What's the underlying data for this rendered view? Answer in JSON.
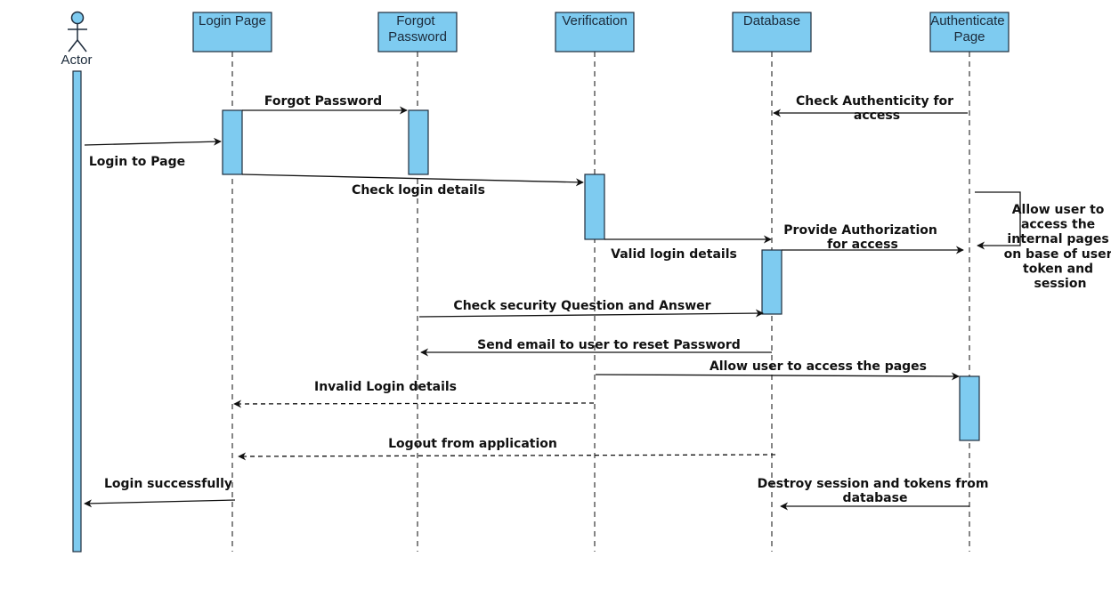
{
  "actor": {
    "label": "Actor",
    "icon": "stick-figure-icon"
  },
  "lifelines": [
    {
      "id": "login",
      "label_lines": [
        "Login Page"
      ]
    },
    {
      "id": "forgot",
      "label_lines": [
        "Forgot",
        "Password"
      ]
    },
    {
      "id": "verification",
      "label_lines": [
        "Verification"
      ]
    },
    {
      "id": "database",
      "label_lines": [
        "Database"
      ]
    },
    {
      "id": "authenticate",
      "label_lines": [
        "Authenticate",
        "Page"
      ]
    }
  ],
  "messages": [
    {
      "id": "forgot-password",
      "from": "login",
      "to": "forgot",
      "style": "solid",
      "label_lines": [
        "Forgot Password"
      ]
    },
    {
      "id": "check-authenticity",
      "from": "authenticate",
      "to": "database",
      "style": "solid",
      "label_lines": [
        "Check Authenticity  for",
        "access"
      ]
    },
    {
      "id": "login-to-page",
      "from": "actor",
      "to": "login",
      "style": "solid",
      "label_lines": [
        "Login to Page"
      ]
    },
    {
      "id": "check-login-details",
      "from": "login",
      "to": "verification",
      "style": "solid",
      "label_lines": [
        "Check login details"
      ]
    },
    {
      "id": "allow-internal-pages",
      "from": "authenticate",
      "to": "authenticate",
      "style": "solid",
      "label_lines": [
        "Allow user to",
        "access the",
        "internal pages",
        "on base of user",
        "token and",
        "session"
      ]
    },
    {
      "id": "provide-authorization",
      "from": "database",
      "to": "authenticate",
      "style": "solid",
      "label_lines": [
        "Provide Authorization",
        "for access"
      ]
    },
    {
      "id": "valid-login-details",
      "from": "verification",
      "to": "database",
      "style": "solid",
      "label_lines": [
        "Valid login details"
      ]
    },
    {
      "id": "check-security-question",
      "from": "forgot",
      "to": "database",
      "style": "solid",
      "label_lines": [
        "Check security Question and Answer"
      ]
    },
    {
      "id": "send-email-reset",
      "from": "database",
      "to": "forgot",
      "style": "solid",
      "label_lines": [
        "Send email to user to reset Password"
      ]
    },
    {
      "id": "allow-access-pages",
      "from": "verification",
      "to": "authenticate",
      "style": "solid",
      "label_lines": [
        "Allow user to access the pages"
      ]
    },
    {
      "id": "invalid-login-details",
      "from": "verification",
      "to": "login",
      "style": "dashed",
      "label_lines": [
        "Invalid Login details"
      ]
    },
    {
      "id": "logout-from-application",
      "from": "database",
      "to": "login",
      "style": "dashed",
      "label_lines": [
        "Logout from application"
      ]
    },
    {
      "id": "login-successfully",
      "from": "login",
      "to": "actor",
      "style": "solid",
      "label_lines": [
        "Login successfully"
      ]
    },
    {
      "id": "destroy-session",
      "from": "authenticate",
      "to": "database",
      "style": "solid",
      "label_lines": [
        "Destroy session and tokens from",
        "database"
      ]
    }
  ],
  "colors": {
    "box_fill": "#7ecbf0",
    "box_stroke": "#1f2d3d",
    "line": "#111111",
    "lifeline": "#444444"
  }
}
